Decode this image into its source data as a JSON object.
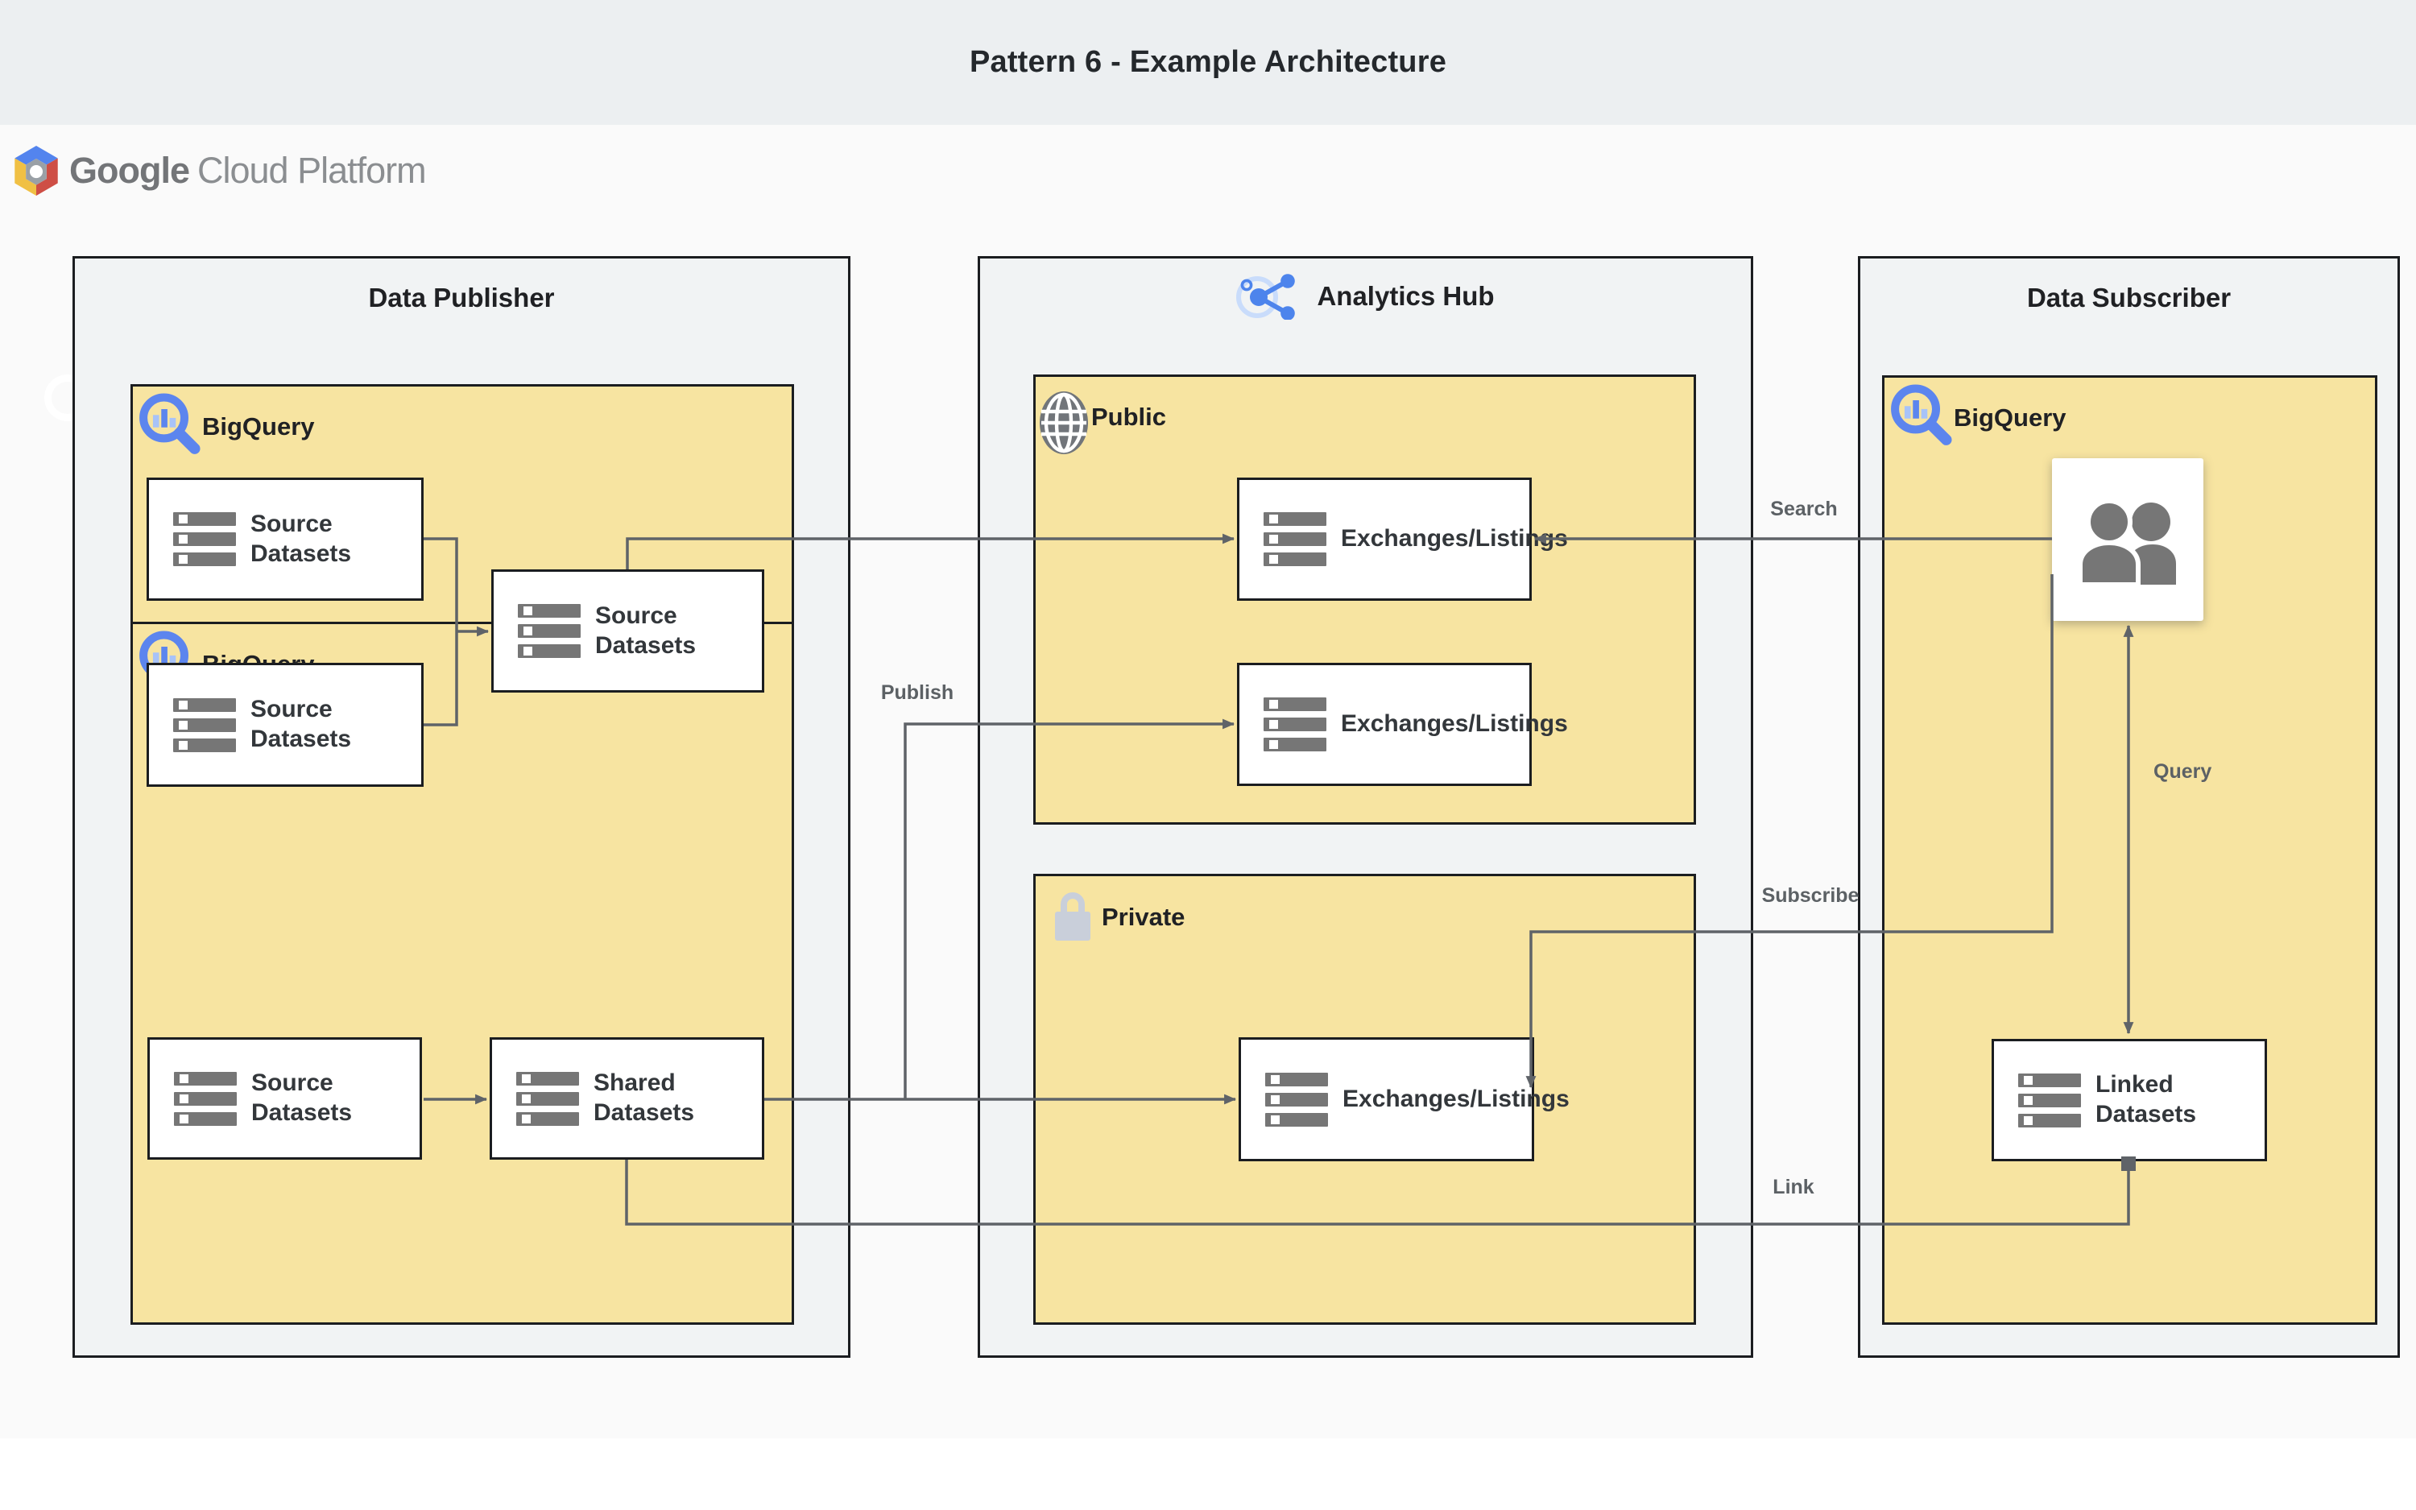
{
  "header": {
    "title": "Pattern 6 - Example Architecture"
  },
  "logo": {
    "brand": "Google",
    "product": "Cloud Platform"
  },
  "containers": {
    "publisher": {
      "title": "Data Publisher"
    },
    "hub": {
      "title": "Analytics Hub"
    },
    "subscriber": {
      "title": "Data Subscriber"
    }
  },
  "sections": {
    "pub_bq1": {
      "label": "BigQuery"
    },
    "pub_bq2": {
      "label": "BigQuery"
    },
    "public": {
      "label": "Public"
    },
    "private": {
      "label": "Private"
    },
    "sub_bq": {
      "label": "BigQuery"
    }
  },
  "nodes": {
    "source_a": {
      "label": "Source Datasets"
    },
    "source_b": {
      "label": "Source Datasets"
    },
    "source_c": {
      "label": "Source Datasets"
    },
    "source_e": {
      "label": "Source Datasets"
    },
    "shared_d": {
      "label": "Shared Datasets"
    },
    "exchange_public_1": {
      "label": "Exchanges/Listings"
    },
    "exchange_public_2": {
      "label": "Exchanges/Listings"
    },
    "exchange_private": {
      "label": "Exchanges/Listings"
    },
    "linked": {
      "label": "Linked Datasets"
    }
  },
  "connectors": {
    "search": "Search",
    "publish": "Publish",
    "subscribe": "Subscribe",
    "query": "Query",
    "link": "Link"
  },
  "colors": {
    "band_bg": "#ECEFF1",
    "page_bg": "#FAFAFA",
    "container_bg": "#F1F3F4",
    "container_border": "#1B1D20",
    "section_yellow": "#F7E4A1",
    "node_bg": "#FFFFFF",
    "connector_line": "#5F6368",
    "bigquery_blue": "#5C85EE",
    "bigquery_blue_light": "#A8C3F8",
    "hub_icon_blue": "#4D84EC",
    "icon_gray": "#767676",
    "globe_gray": "#71757A",
    "lock_gray": "#C9CFDA",
    "text_dark": "#202124",
    "line_label_gray": "#5C6165"
  }
}
